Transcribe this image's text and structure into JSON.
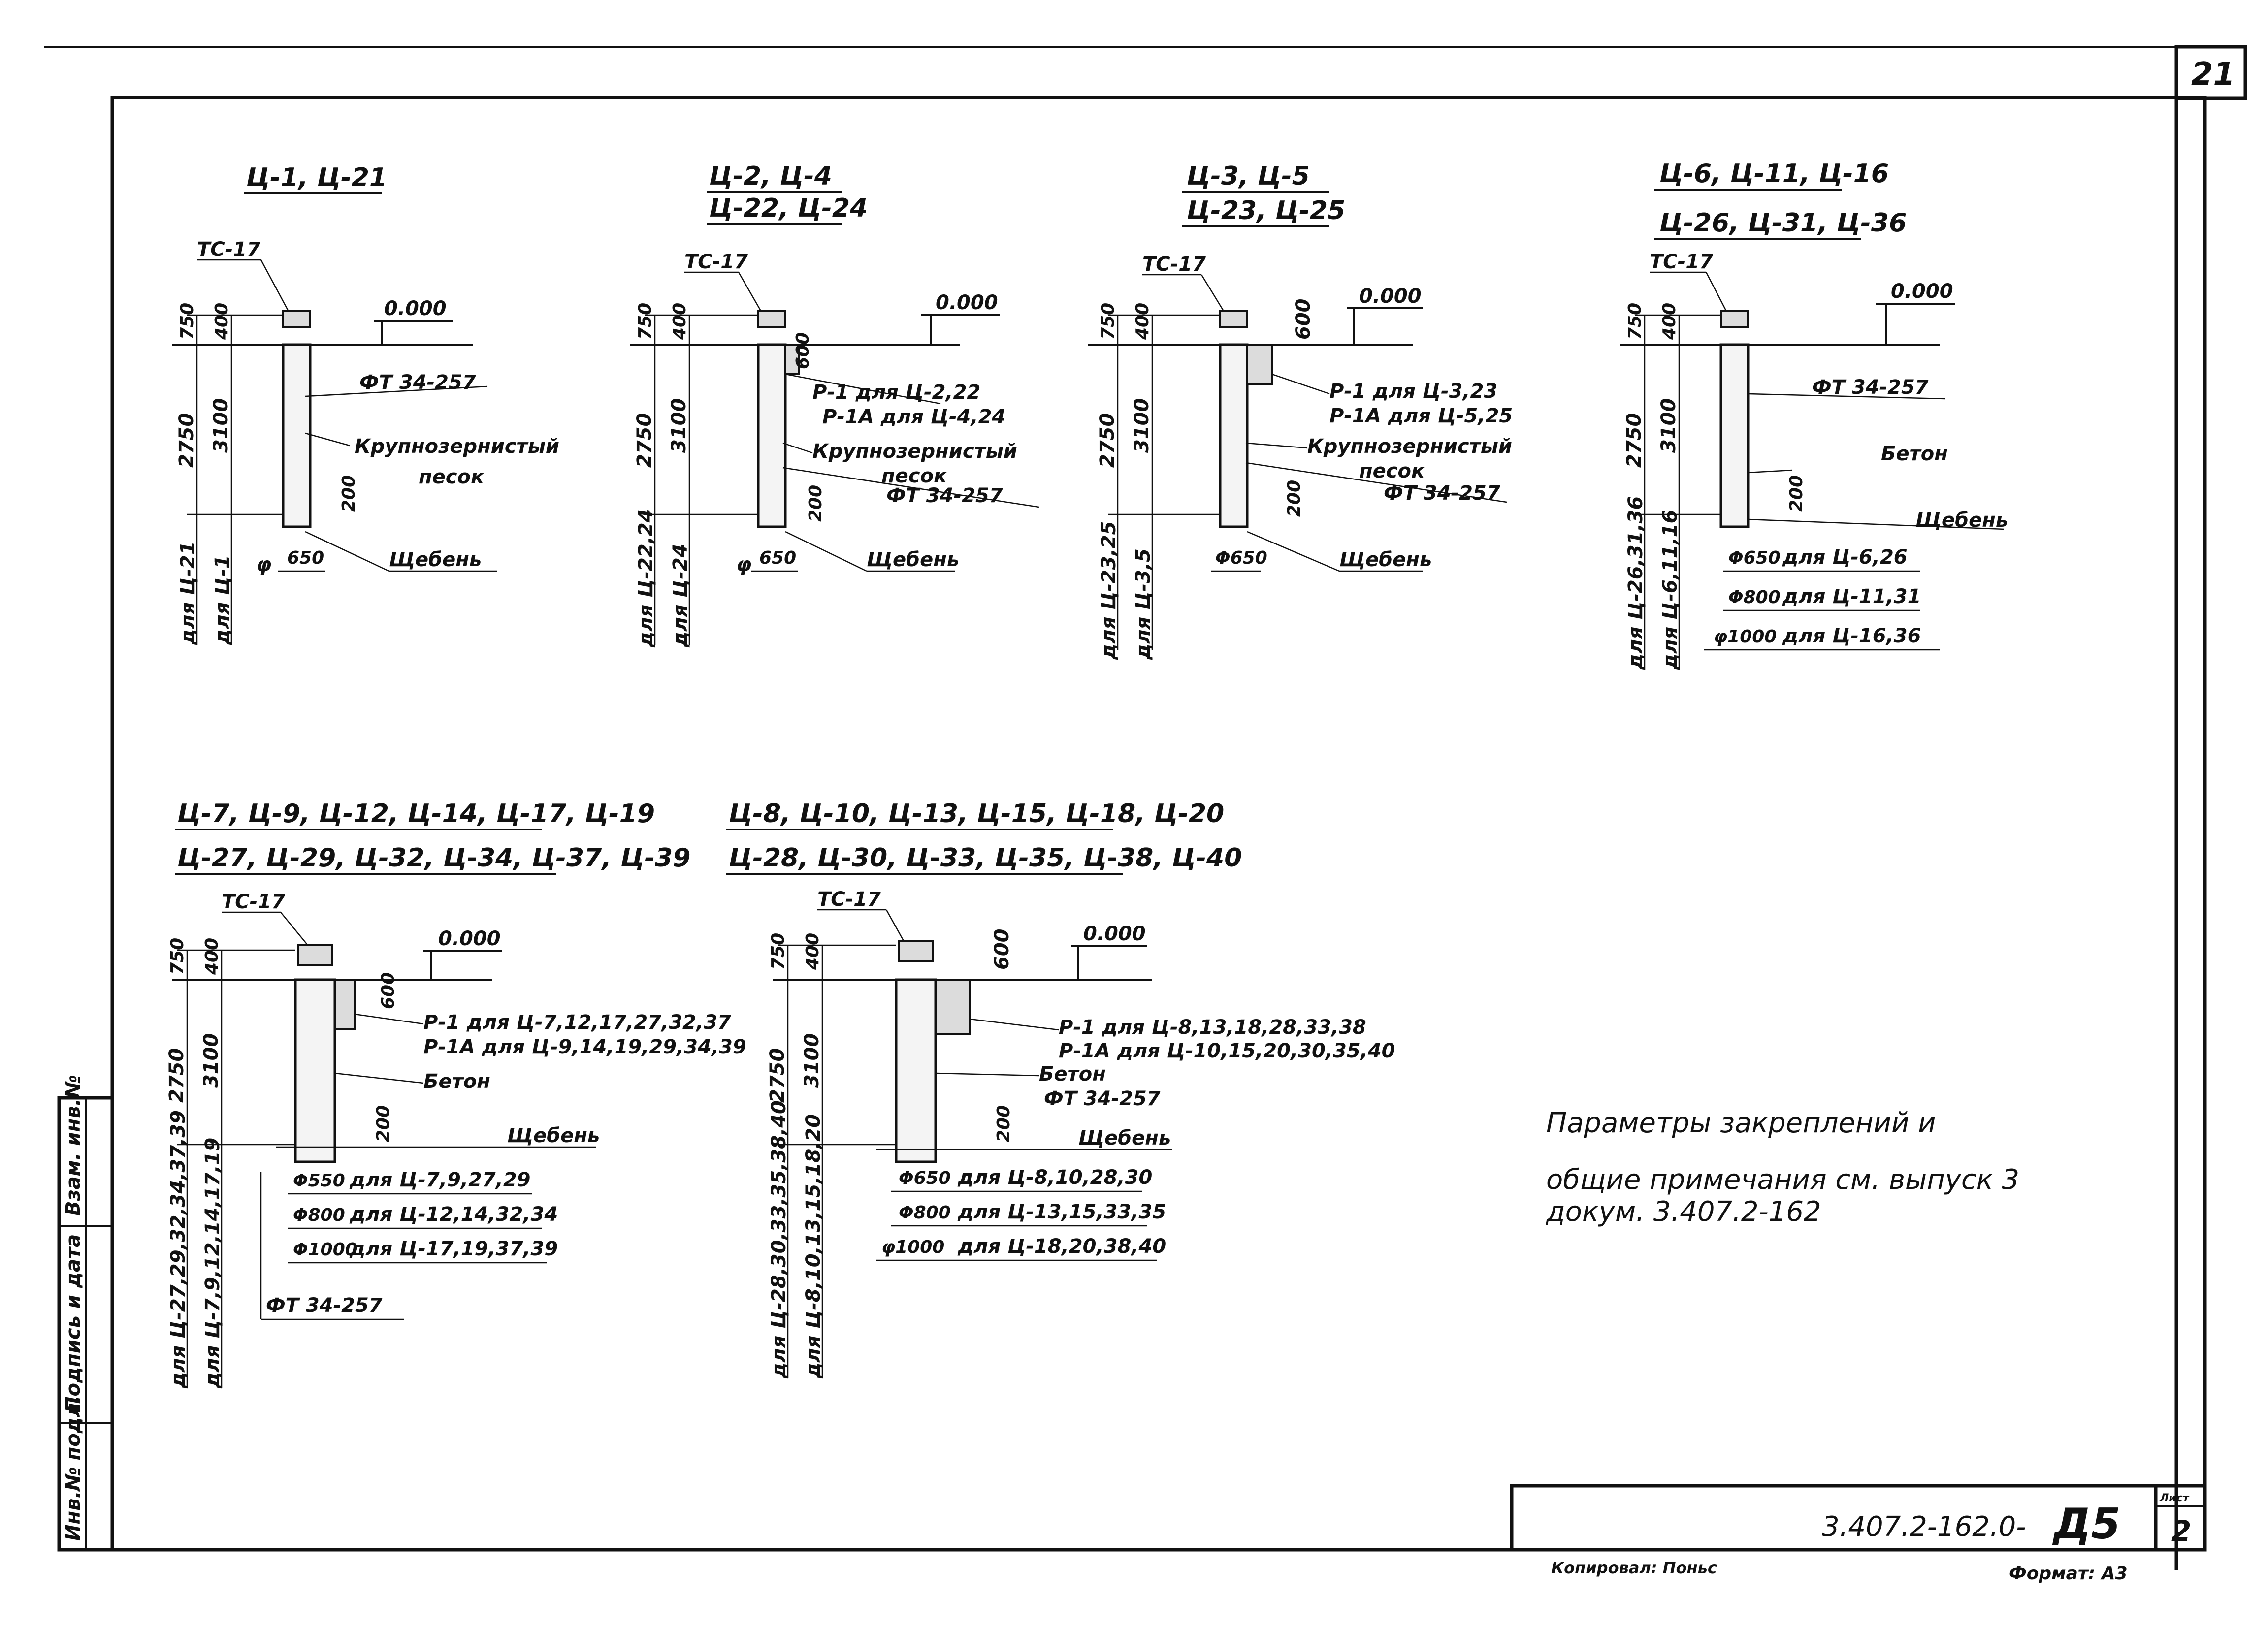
{
  "sheet": {
    "page_no": "21",
    "doc_code": "3.407.2-162.0-",
    "doc_suffix": "Д5",
    "sheet_label": "Лист",
    "sheet_no": "2",
    "copied_by": "Копировал: Поньс",
    "format": "Формат: А3",
    "side_stamp": [
      "Инв.№ подл.",
      "Подпись и дата",
      "Взам. инв.№"
    ]
  },
  "notes": {
    "line1": "Параметры закреплений и",
    "line2": "общие примечания см. выпуск 3",
    "line3": "докум. 3.407.2-162"
  },
  "common": {
    "zero_mark": "0.000",
    "tc": "ТС-17",
    "dim_750": "750",
    "dim_400": "400",
    "dim_2750": "2750",
    "dim_3100": "3100",
    "dim_200": "200",
    "dim_600": "600",
    "pipe": "ФТ 34-257",
    "gravel": "Щебень",
    "concrete": "Бетон",
    "sand_1": "Крупнозернистый",
    "sand_2": "песок",
    "phi": "φ",
    "d650": "650"
  },
  "details": [
    {
      "titles": [
        "Ц-1, Ц-21"
      ],
      "for_left": "для Ц-21",
      "for_right": "для Ц-1"
    },
    {
      "titles": [
        "Ц-2, Ц-4",
        "Ц-22, Ц-24"
      ],
      "for_left": "для Ц-22,24",
      "for_right": "для Ц-24",
      "r1": "Р-1 для Ц-2,22",
      "r1a": "Р-1А для Ц-4,24"
    },
    {
      "titles": [
        "Ц-3, Ц-5",
        "Ц-23, Ц-25"
      ],
      "for_left": "для Ц-23,25",
      "for_right": "для Ц-3,5",
      "r1": "Р-1 для Ц-3,23",
      "r1a": "Р-1А для Ц-5,25",
      "d": "Φ650"
    },
    {
      "titles": [
        "Ц-6, Ц-11, Ц-16",
        "Ц-26, Ц-31, Ц-36"
      ],
      "for_left": "для Ц-26,31,36",
      "for_right": "для Ц-6,11,16",
      "rows": [
        {
          "d": "Φ650",
          "txt": "для Ц-6,26"
        },
        {
          "d": "Φ800",
          "txt": "для Ц-11,31"
        },
        {
          "d": "φ1000",
          "txt": "для Ц-16,36"
        }
      ]
    },
    {
      "titles": [
        "Ц-7, Ц-9, Ц-12, Ц-14, Ц-17, Ц-19",
        "Ц-27, Ц-29, Ц-32, Ц-34, Ц-37, Ц-39"
      ],
      "for_left": "для Ц-27,29,32,34,37,39",
      "for_right": "для Ц-7,9,12,14,17,19",
      "r1": "Р-1 для Ц-7,12,17,27,32,37",
      "r1a": "Р-1А для Ц-9,14,19,29,34,39",
      "rows": [
        {
          "d": "Φ550",
          "txt": "для Ц-7,9,27,29"
        },
        {
          "d": "Φ800",
          "txt": "для Ц-12,14,32,34"
        },
        {
          "d": "Φ1000",
          "txt": "для Ц-17,19,37,39"
        }
      ]
    },
    {
      "titles": [
        "Ц-8, Ц-10, Ц-13, Ц-15, Ц-18, Ц-20",
        "Ц-28, Ц-30, Ц-33, Ц-35, Ц-38, Ц-40"
      ],
      "for_left": "для Ц-28,30,33,35,38,40",
      "for_right": "для Ц-8,10,13,15,18,20",
      "r1": "Р-1 для Ц-8,13,18,28,33,38",
      "r1a": "Р-1А для Ц-10,15,20,30,35,40",
      "rows": [
        {
          "d": "Φ650",
          "txt": "для Ц-8,10,28,30"
        },
        {
          "d": "Φ800",
          "txt": "для Ц-13,15,33,35"
        },
        {
          "d": "φ1000",
          "txt": "для Ц-18,20,38,40"
        }
      ]
    }
  ]
}
